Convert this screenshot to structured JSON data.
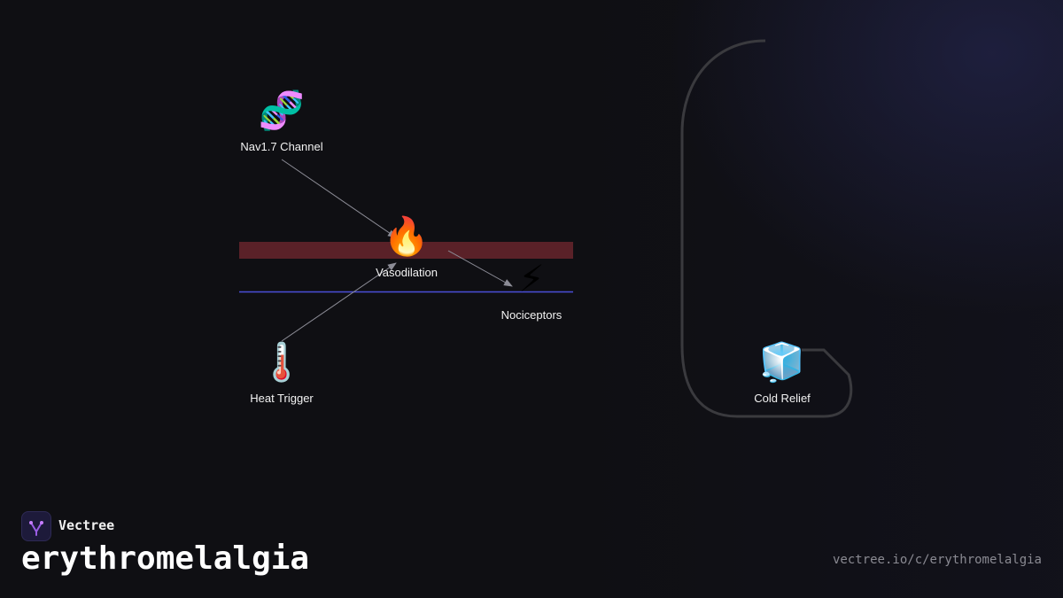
{
  "diagram": {
    "nodes": [
      {
        "id": "nav17",
        "label": "Nav1.7 Channel",
        "icon": "dna",
        "glyph": "🧬"
      },
      {
        "id": "vaso",
        "label": "Vasodilation",
        "icon": "fire",
        "glyph": "🔥"
      },
      {
        "id": "noci",
        "label": "Nociceptors",
        "icon": "lightning",
        "glyph": "⚡"
      },
      {
        "id": "heat",
        "label": "Heat Trigger",
        "icon": "thermometer",
        "glyph": "🌡️"
      },
      {
        "id": "cold",
        "label": "Cold Relief",
        "icon": "ice-cube",
        "glyph": "🧊"
      }
    ],
    "colors": {
      "red_band": "#5a2128",
      "blue_line": "#4a4fd8",
      "arrow": "#8c8c96",
      "loop": "#3a3a3e"
    }
  },
  "brand": {
    "name": "Vectree",
    "logo_icon": "vectree-logo-icon"
  },
  "page": {
    "title": "erythromelalgia",
    "url": "vectree.io/c/erythromelalgia"
  }
}
